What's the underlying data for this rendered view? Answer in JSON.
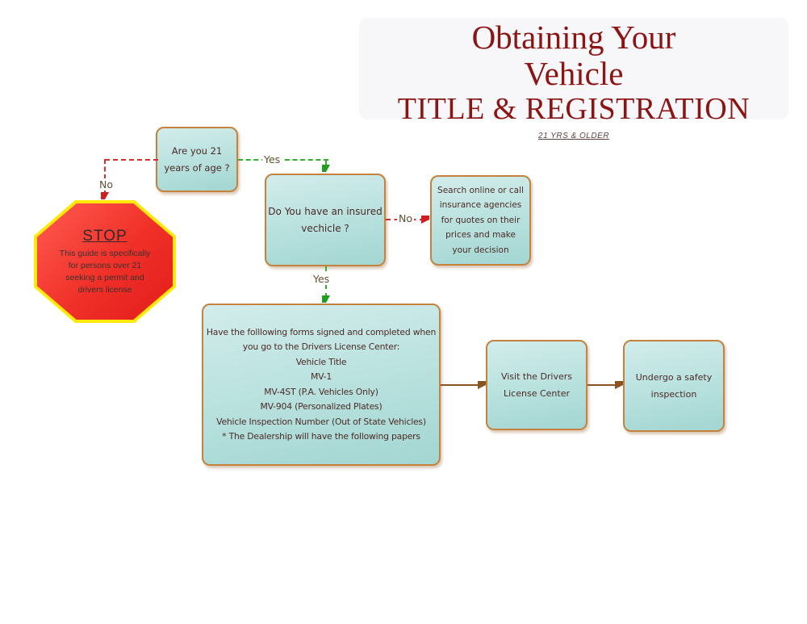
{
  "title": {
    "line1": "Obtaining Your",
    "line2": "Vehicle",
    "line3": "TITLE & REGISTRATION",
    "subtitle": "21 YRS & OLDER"
  },
  "colors": {
    "title_text": "#8b1414",
    "node_fill_top": "#d2eceb",
    "node_fill_bottom": "#a3d6d2",
    "node_border": "#c5823e",
    "node_text": "#4c2a26",
    "stop_fill": "#ef2c24",
    "stop_border": "#ffe90a",
    "edge_red": "#d43030",
    "edge_green": "#2fae2f",
    "edge_brown": "#8a5422"
  },
  "flowchart": {
    "nodes": {
      "age": {
        "lines": [
          "Are you 21",
          "years of age ?"
        ]
      },
      "insured": {
        "lines": [
          "Do You have an insured",
          "vechicle ?"
        ]
      },
      "search": {
        "lines": [
          "Search online or call",
          "insurance agencies",
          "for quotes on their",
          "prices and make",
          "your decision"
        ]
      },
      "forms": {
        "lines": [
          "Have the folllowing forms signed and completed when",
          "you go to the Drivers License Center:",
          "Vehicle Title",
          "MV-1",
          "MV-4ST  (P.A. Vehicles Only)",
          "MV-904 (Personalized Plates)",
          "Vehicle Inspection Number (Out of State Vehicles)",
          "* The Dealership will have the following papers"
        ]
      },
      "visit": {
        "lines": [
          "Visit the Drivers",
          "License Center"
        ]
      },
      "inspection": {
        "lines": [
          "Undergo a safety",
          "inspection"
        ]
      }
    },
    "stop": {
      "heading": "STOP",
      "lines": [
        "This guide is specifically",
        "for persons over 21",
        "seeking a permit and",
        "drivers license"
      ]
    },
    "labels": {
      "no_age": "No",
      "yes_age": "Yes",
      "no_insured": "No",
      "yes_insured": "Yes"
    }
  }
}
